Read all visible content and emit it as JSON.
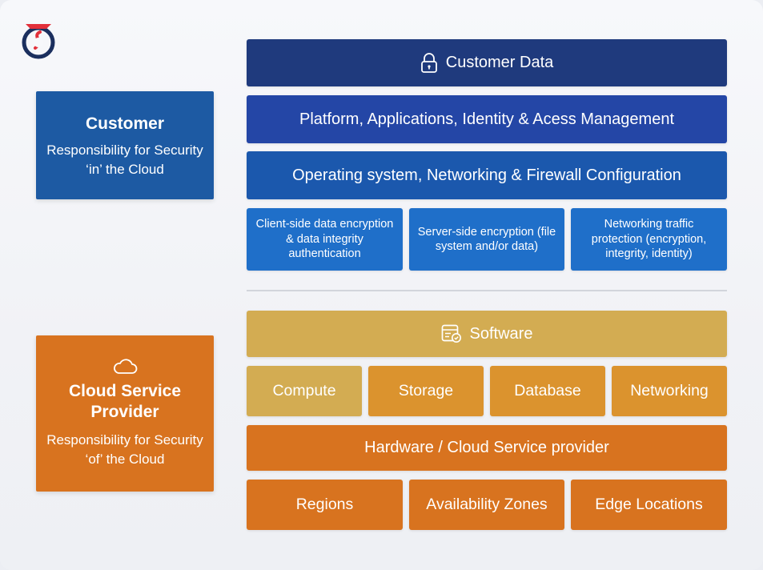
{
  "customer": {
    "title": "Customer",
    "subtitle": "Responsibility for Security ‘in’ the Cloud"
  },
  "provider": {
    "title": "Cloud Service Provider",
    "subtitle": "Responsibility for Security ‘of’ the Cloud",
    "icon": "cloud-icon"
  },
  "customer_stack": {
    "customer_data": "Customer Data",
    "platform": "Platform, Applications, Identity & Acess Management",
    "os": "Operating system, Networking & Firewall Configuration",
    "encryption": [
      "Client-side data encryption & data integrity authentication",
      "Server-side encryption (file system and/or data)",
      "Networking traffic protection (encryption, integrity, identity)"
    ]
  },
  "provider_stack": {
    "software": "Software",
    "services": [
      "Compute",
      "Storage",
      "Database",
      "Networking"
    ],
    "hardware": "Hardware / Cloud Service provider",
    "infrastructure": [
      "Regions",
      "Availability Zones",
      "Edge Locations"
    ]
  },
  "colors": {
    "navy": "#1f3a7d",
    "royal": "#2446a6",
    "blue": "#1b58ad",
    "bright_blue": "#1f6fc9",
    "orange": "#d8731f",
    "light_gold": "#d3ac52",
    "gold": "#d99a38"
  }
}
